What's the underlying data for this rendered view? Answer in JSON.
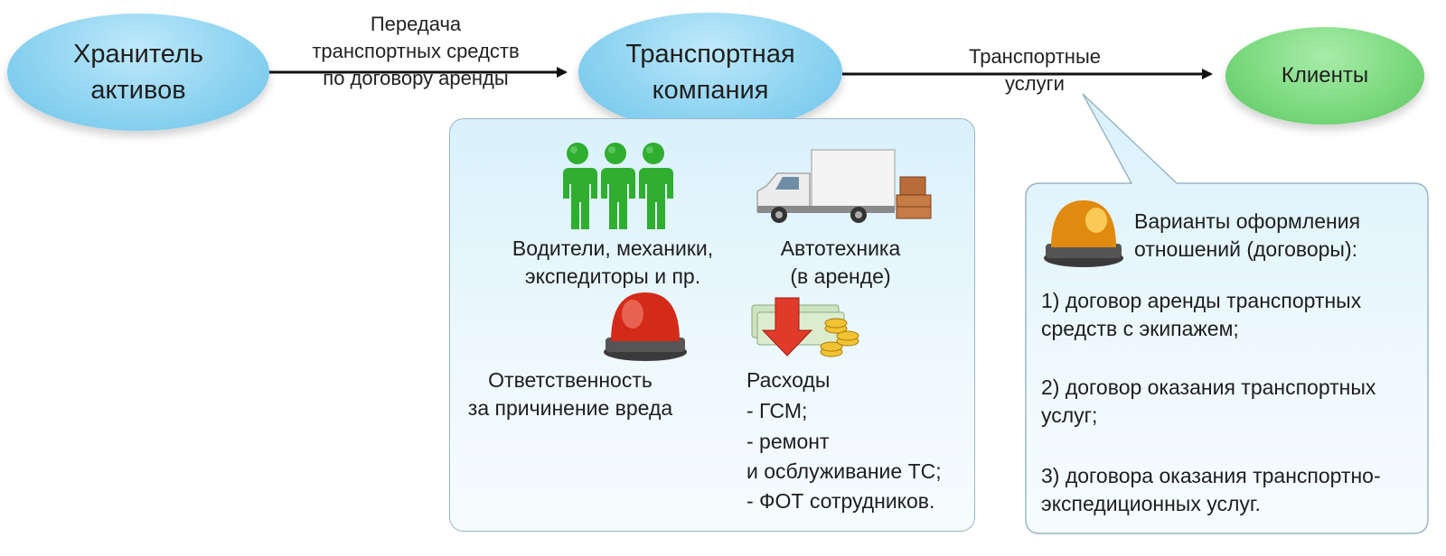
{
  "nodes": {
    "holder": "Хранитель\nактивов",
    "company": "Транспортная\nкомпания",
    "clients": "Клиенты"
  },
  "edges": {
    "lease": "Передача\nтранспортных средств\nпо договору аренды",
    "services": "Транспортные\nуслуги"
  },
  "resources": {
    "staff": "Водители, механики,\nэкспедиторы и пр.",
    "vehicles": "Автотехника\n(в аренде)",
    "liability": "Ответственность\nза причинение вреда",
    "expenses_title": "Расходы",
    "expenses_items": [
      "-  ГСМ;",
      "-  ремонт",
      "и осблуживание ТС;",
      "-  ФОТ сотрудников."
    ]
  },
  "contracts": {
    "title": "Варианты оформления\nотношений (договоры):",
    "items": [
      "1) договор аренды транспортных\nсредств с экипажем;",
      "2) договор оказания транспортных\nуслуг;",
      "3) договора оказания транспортно-\nэкспедиционных услуг."
    ]
  },
  "icons": {
    "people": "people-icon",
    "truck": "truck-icon",
    "red_beacon": "red-beacon-icon",
    "money_down": "money-decrease-icon",
    "orange_beacon": "orange-beacon-icon"
  },
  "colors": {
    "ellipse_blue": "#8fd4f1",
    "ellipse_green": "#7cda7f",
    "panel_bg": "#e3f5fc",
    "people_green": "#2fae2f",
    "beacon_red": "#d42a1a",
    "beacon_orange": "#e08a10"
  }
}
